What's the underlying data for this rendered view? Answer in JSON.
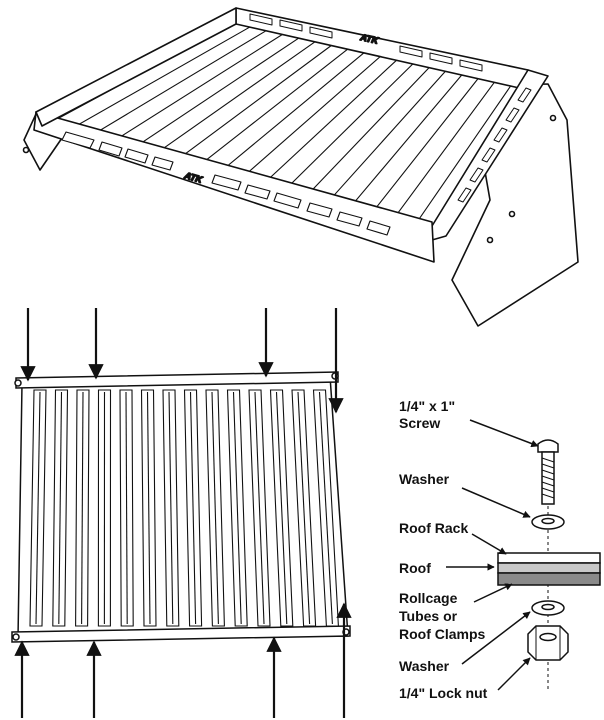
{
  "brand": {
    "logo_text": "ATK"
  },
  "hardware_labels": {
    "screw_size": "1/4\" x 1\"",
    "screw": "Screw",
    "washer_top": "Washer",
    "roof_rack": "Roof Rack",
    "roof": "Roof",
    "rollcage_line1": "Rollcage",
    "rollcage_line2": "Tubes or",
    "rollcage_line3": "Roof Clamps",
    "washer_bottom": "Washer",
    "lock_nut": "1/4\" Lock nut"
  },
  "colors": {
    "line": "#111111",
    "roof_light": "#c8c8c8",
    "roof_dark": "#8a8a8a"
  }
}
